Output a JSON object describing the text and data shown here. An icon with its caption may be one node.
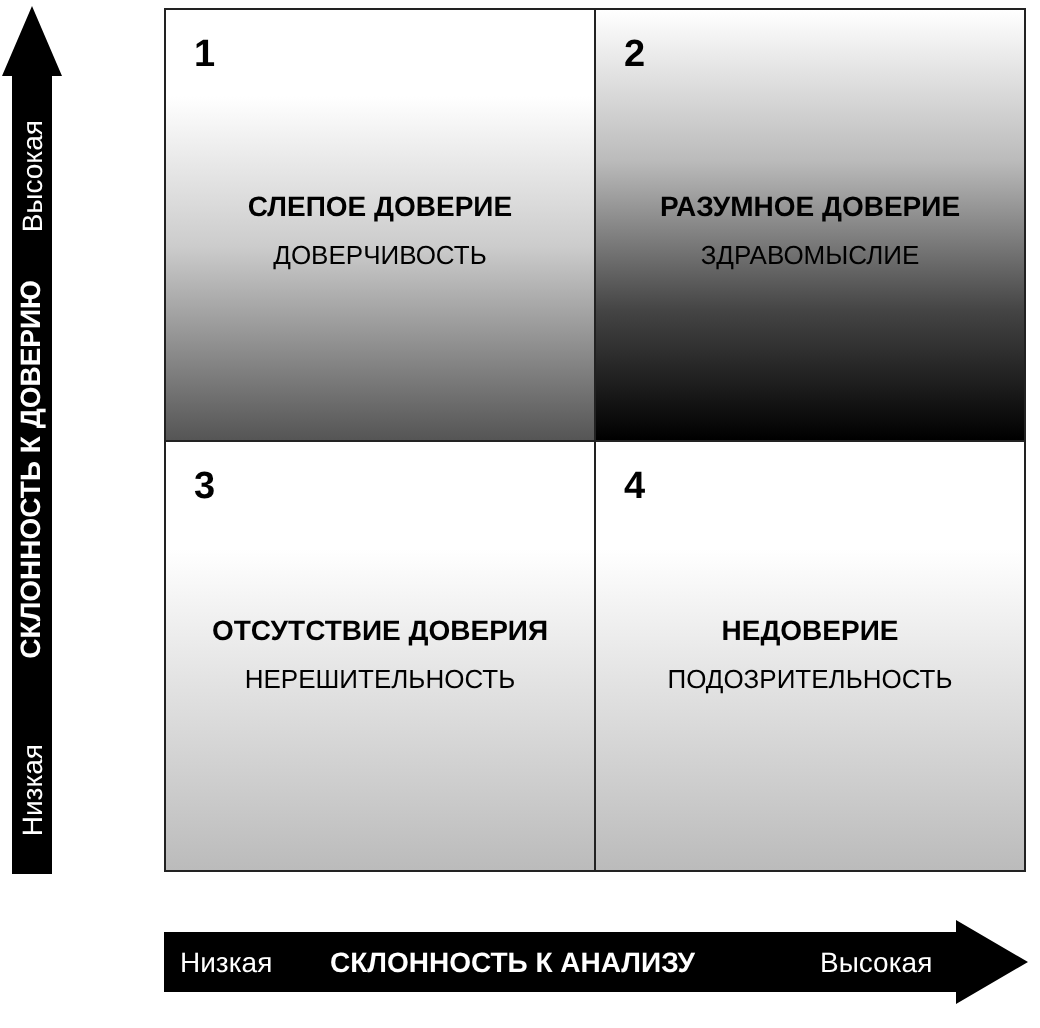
{
  "diagram": {
    "nodes": [
      {
        "text": [
          "1",
          "СЛЕПОЕ ДОВЕРИЕ",
          "ДОВЕРЧИВОСТЬ"
        ]
      },
      {
        "text": [
          "2",
          "РАЗУМНОЕ ДОВЕРИЕ",
          "ЗДРАВОМЫСЛИЕ"
        ]
      },
      {
        "text": [
          "3",
          "ОТСУТСТВИЕ ДОВЕРИЯ",
          "НЕРЕШИТЕЛЬНОСТЬ"
        ]
      },
      {
        "text": [
          "4",
          "НЕДОВЕРИЕ",
          "ПОДОЗРИТЕЛЬНОСТЬ"
        ]
      }
    ],
    "labels": [
      "Высокая",
      "СКЛОННОСТЬ К ДОВЕРИЮ",
      "Низкая",
      "Низкая",
      "СКЛОННОСТЬ К АНАЛИЗУ",
      "Высокая"
    ]
  }
}
